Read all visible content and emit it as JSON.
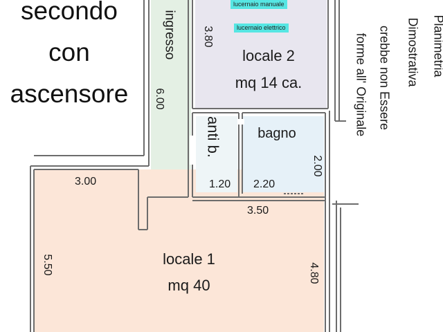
{
  "floor_label": {
    "line1": "secondo",
    "line2": "con",
    "line3": "ascensore"
  },
  "corridor": {
    "label": "ingresso",
    "dimension": "6.00"
  },
  "rooms": {
    "locale2": {
      "name": "locale 2",
      "area": "mq 14 ca.",
      "dimension": "3.80"
    },
    "antibagno": {
      "name": "anti b.",
      "dimension": "1.20"
    },
    "bagno": {
      "name": "bagno",
      "width": "2.20",
      "height": "2.00"
    },
    "locale1": {
      "name": "locale 1",
      "area": "mq 40",
      "top_width": "3.00",
      "left_height": "5.50",
      "right_height": "4.80",
      "opening_width": "3.50"
    }
  },
  "skylights": {
    "manual": "lucernaio manuale",
    "electric": "lucernaio elettrico",
    "color": "#56e6e3"
  },
  "disclaimer": {
    "col1": "Planimetria",
    "col2": "Dimostrativa",
    "col3": "crebbe non Essere",
    "col4": "forme all' Originale"
  },
  "colors": {
    "locale1_fill": "#fce6d8",
    "locale2_fill": "#e8e6ef",
    "bagno_fill": "#e6f1f8",
    "corridor_fill": "#e4f0e4",
    "wall": "#6c6c6c"
  }
}
